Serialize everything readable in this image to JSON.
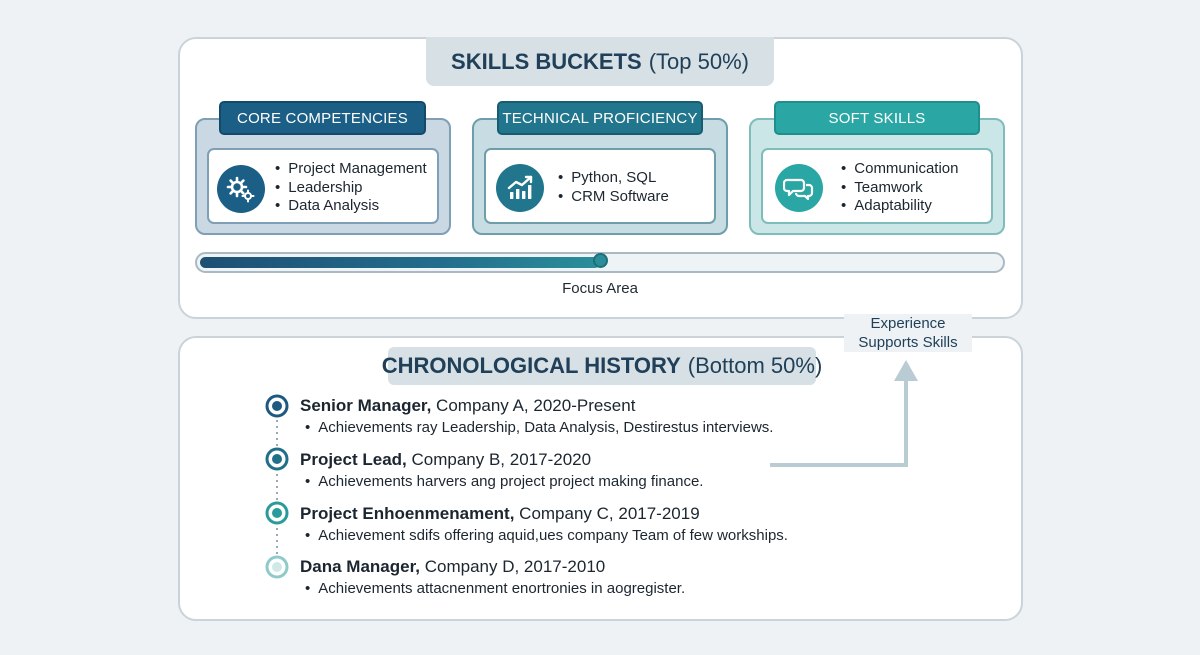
{
  "skills": {
    "title_bold": "SKILLS BUCKETS",
    "title_light": "(Top 50%)",
    "buckets": [
      {
        "heading": "CORE COMPETENCIES",
        "icon": "gears-icon",
        "items": [
          "Project Management",
          "Leadership",
          "Data Analysis"
        ]
      },
      {
        "heading": "TECHNICAL PROFICIENCY",
        "icon": "chart-growth-icon",
        "items": [
          "Python, SQL",
          "CRM Software"
        ]
      },
      {
        "heading": "SOFT SKILLS",
        "icon": "chat-bubbles-icon",
        "items": [
          "Communication",
          "Teamwork",
          "Adaptability"
        ]
      }
    ],
    "focus": {
      "label": "Focus Area",
      "level_percent": 50
    }
  },
  "connector": {
    "note": "Experience Supports Skills"
  },
  "history": {
    "title_bold": "CHRONOLOGICAL HISTORY",
    "title_light": "(Bottom 50%)",
    "jobs": [
      {
        "role": "Senior Manager,",
        "company": " Company A, 2020-Present",
        "achievement": "Achievements ray Leadership, Data Analysis, Destirestus interviews."
      },
      {
        "role": "Project Lead,",
        "company": " Company B, 2017-2020",
        "achievement": "Achievements harvers ang project project making finance."
      },
      {
        "role": "Project Enhoenmenament,",
        "company": " Company C, 2017-2019",
        "achievement": "Achievement sdifs offering aquid,ues company Team of few workships."
      },
      {
        "role": "Dana Manager,",
        "company": " Company D, 2017-2010",
        "achievement": "Achievements attacnenment enortronies in aogregister."
      }
    ]
  },
  "colors": {
    "core": "#1c5f86",
    "technical": "#21768d",
    "soft": "#2aa7a5",
    "background": "#eef2f4"
  }
}
